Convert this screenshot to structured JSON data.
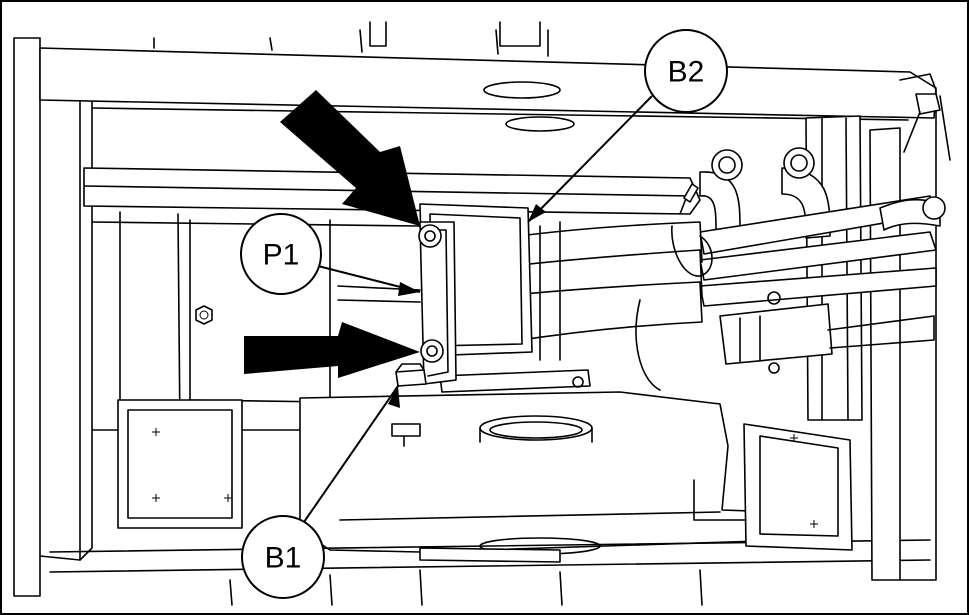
{
  "callouts": {
    "b2": "B2",
    "p1": "P1",
    "b1": "B1"
  },
  "colors": {
    "line": "#000000",
    "background": "#ffffff"
  }
}
